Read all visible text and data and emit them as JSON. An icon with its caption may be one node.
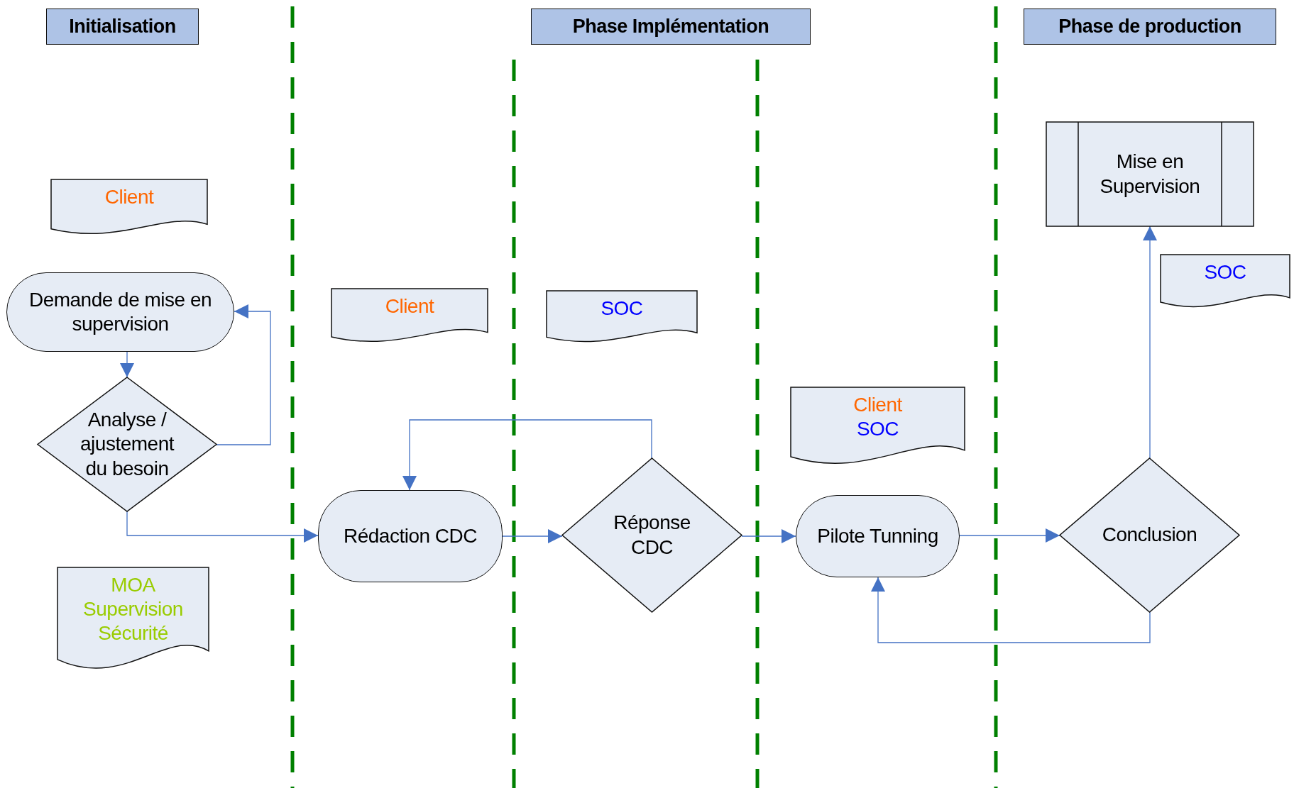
{
  "diagram": {
    "nodes": [
      {
        "text": [
          "Initialisation"
        ]
      },
      {
        "text": [
          "Phase Implémentation"
        ]
      },
      {
        "text": [
          "Phase de production"
        ]
      },
      {
        "text": [
          "Client"
        ]
      },
      {
        "text": [
          "Demande de mise en supervision"
        ]
      },
      {
        "text": [
          "Analyse / ajustement du besoin"
        ]
      },
      {
        "text": [
          "MOA",
          "Supervision",
          "Sécurité"
        ]
      },
      {
        "text": [
          "Client"
        ]
      },
      {
        "text": [
          "SOC"
        ]
      },
      {
        "text": [
          "Rédaction CDC"
        ]
      },
      {
        "text": [
          "Réponse CDC"
        ]
      },
      {
        "text": [
          "Client",
          "SOC"
        ]
      },
      {
        "text": [
          "Pilote Tunning"
        ]
      },
      {
        "text": [
          "Conclusion"
        ]
      },
      {
        "text": [
          "Mise en Supervision"
        ]
      },
      {
        "text": [
          "SOC"
        ]
      }
    ],
    "edges": [
      {
        "from": 4,
        "to": 5,
        "arrow": "to"
      },
      {
        "from": 5,
        "to": 4,
        "arrow": "to"
      },
      {
        "from": 5,
        "to": 9,
        "arrow": "to"
      },
      {
        "from": 10,
        "to": 9,
        "arrow": "to"
      },
      {
        "from": 9,
        "to": 10,
        "arrow": "to"
      },
      {
        "from": 10,
        "to": 12,
        "arrow": "to"
      },
      {
        "from": 12,
        "to": 13,
        "arrow": "to"
      },
      {
        "from": 13,
        "to": 14,
        "arrow": "to"
      },
      {
        "from": 13,
        "to": 12,
        "arrow": "to"
      }
    ]
  }
}
